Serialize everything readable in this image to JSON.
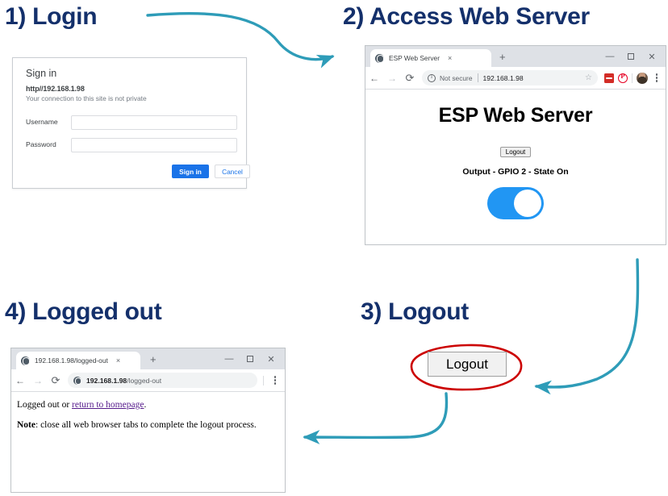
{
  "steps": {
    "step1_title": "1) Login",
    "step2_title": "2) Access Web Server",
    "step3_title": "3) Logout",
    "step4_title": "4) Logged out"
  },
  "signin_dialog": {
    "title": "Sign in",
    "url": "http//192.168.1.98",
    "warning": "Your connection to this site is not private",
    "username_label": "Username",
    "password_label": "Password",
    "username_value": "",
    "password_value": "",
    "signin_button": "Sign in",
    "cancel_button": "Cancel"
  },
  "browser_esp": {
    "tab_title": "ESP Web Server",
    "tab_close": "×",
    "new_tab": "+",
    "minimize": "—",
    "close": "✕",
    "back": "←",
    "forward": "→",
    "reload": "⟳",
    "security_label": "Not secure",
    "url": "192.168.1.98",
    "star": "☆",
    "icons": [
      "info-icon",
      "star-icon",
      "lastpass-icon",
      "pinterest-icon",
      "avatar-icon",
      "kebab-menu-icon"
    ],
    "page": {
      "heading": "ESP Web Server",
      "logout_button": "Logout",
      "state_text": "Output - GPIO 2 - State On",
      "toggle_state": "on"
    }
  },
  "browser_loggedout": {
    "tab_title": "192.168.1.98/logged-out",
    "tab_close": "×",
    "new_tab": "+",
    "minimize": "—",
    "close": "✕",
    "back": "←",
    "forward": "→",
    "reload": "⟳",
    "url_bold": "192.168.1.98",
    "url_rest": "/logged-out",
    "page": {
      "line1_prefix": "Logged out or ",
      "line1_link": "return to homepage",
      "line1_suffix": ".",
      "line2_note": "Note",
      "line2_rest": ": close all web browser tabs to complete the logout process."
    }
  },
  "logout_callout": {
    "button_label": "Logout",
    "highlight_color": "#cc0000"
  },
  "colors": {
    "heading": "#14306b",
    "arrow": "#2e9cb8",
    "annotation": "#cc0000",
    "chrome_blue": "#1a73e8",
    "toggle_on": "#2196f3"
  }
}
